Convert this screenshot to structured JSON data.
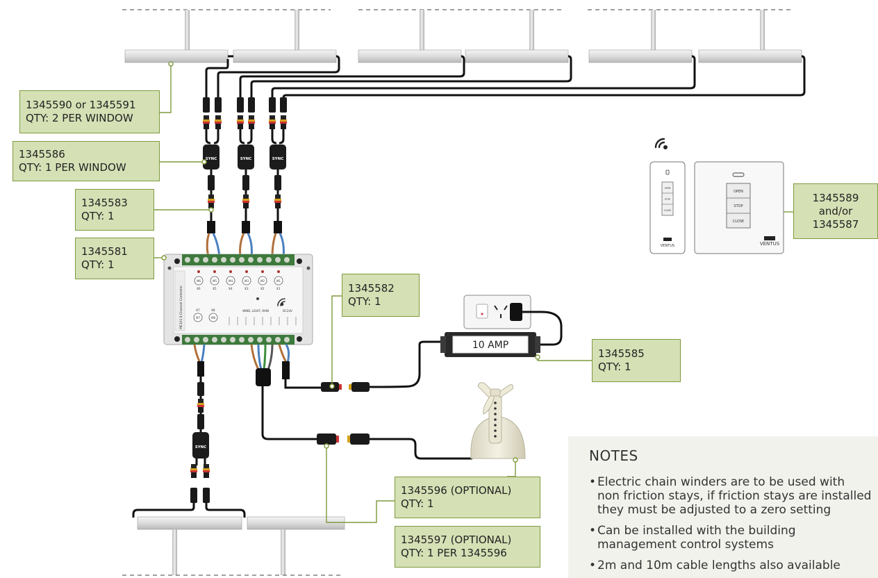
{
  "callouts": {
    "window_cable": {
      "line1": "1345590 or 1345591",
      "line2": "QTY: 2 PER WINDOW"
    },
    "sync": {
      "line1": "1345586",
      "line2": "QTY: 1 PER WINDOW"
    },
    "extension": {
      "line1": "1345583",
      "line2": "QTY: 1"
    },
    "controller": {
      "line1": "1345581",
      "line2": "QTY: 1"
    },
    "psu_cable": {
      "line1": "1345582",
      "line2": "QTY: 1"
    },
    "psu": {
      "line1": "1345585",
      "line2": "QTY: 1"
    },
    "remote": {
      "line1": "1345589",
      "line2": "and/or",
      "line3": "1345587"
    },
    "weather": {
      "line1": "1345596 (OPTIONAL)",
      "line2": "QTY: 1"
    },
    "weather_cable": {
      "line1": "1345597 (OPTIONAL)",
      "line2": "QTY: 1 PER 1345596"
    }
  },
  "psu_label": "10 AMP",
  "sync_label": "SYNC",
  "remote": {
    "open": "OPEN",
    "stop": "STOP",
    "close": "CLOSE",
    "brand": "VENTUS"
  },
  "controller": {
    "side_text": "ME101 8 Channel Controller",
    "motor_labels": [
      "K6",
      "K5",
      "K4",
      "K3",
      "K2",
      "K1"
    ],
    "motor_buttons": [
      "M6",
      "M5",
      "M4",
      "M3",
      "M2",
      "M1"
    ],
    "lower_labels": [
      "K7",
      "K8"
    ],
    "lower_buttons": [
      "M7",
      "M8"
    ],
    "terminal_group": "WIND, LIGHT, RAIN",
    "dc_label": "DC24V"
  },
  "notes": {
    "title": "NOTES",
    "items": [
      [
        "Electric chain winders are to be used with",
        "non friction stays, if friction stays are installed",
        "they must be adjusted to a zero setting"
      ],
      [
        "Can be installed with the building",
        "management control systems"
      ],
      [
        "2m and 10m cable lengths also available"
      ]
    ]
  },
  "colors": {
    "callout_fill": "#d5e0b5",
    "callout_border": "#7e9a3d",
    "controller_green": "#3d7a3c",
    "cable": "#1a1a1a",
    "brown_wire": "#b0703a",
    "blue_wire": "#4a7fc0"
  }
}
